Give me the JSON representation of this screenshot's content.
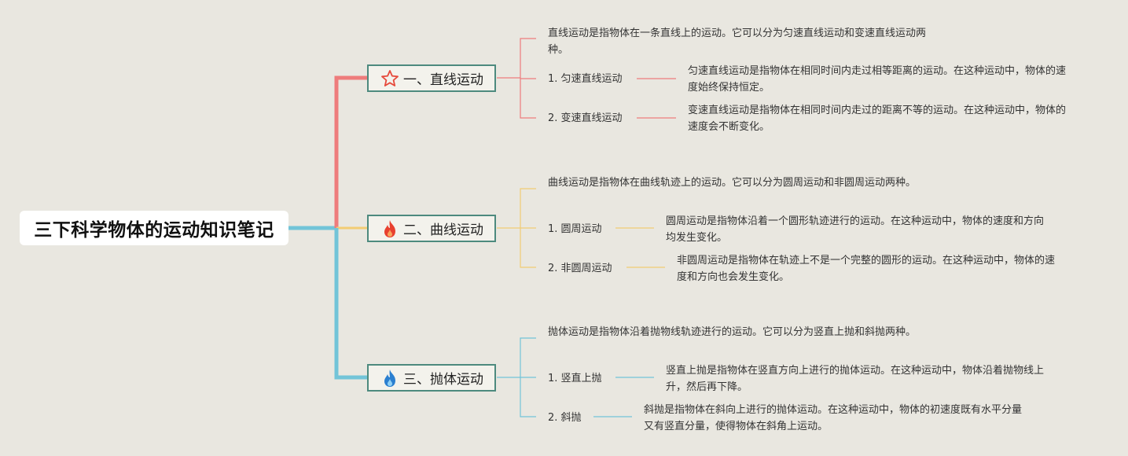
{
  "root": {
    "title": "三下科学物体的运动知识笔记"
  },
  "branches": [
    {
      "title": "一、直线运动",
      "icon": "star-icon",
      "color": "#ee7c7c",
      "intro": "直线运动是指物体在一条直线上的运动。它可以分为匀速直线运动和变速直线运动两种。",
      "items": [
        {
          "label": "1. 匀速直线运动",
          "desc": "匀速直线运动是指物体在相同时间内走过相等距离的运动。在这种运动中，物体的速度始终保持恒定。"
        },
        {
          "label": "2. 变速直线运动",
          "desc": "变速直线运动是指物体在相同时间内走过的距离不等的运动。在这种运动中，物体的速度会不断变化。"
        }
      ]
    },
    {
      "title": "二、曲线运动",
      "icon": "fire-icon",
      "color": "#f2cc74",
      "intro": "曲线运动是指物体在曲线轨迹上的运动。它可以分为圆周运动和非圆周运动两种。",
      "items": [
        {
          "label": "1. 圆周运动",
          "desc": "圆周运动是指物体沿着一个圆形轨迹进行的运动。在这种运动中，物体的速度和方向均发生变化。"
        },
        {
          "label": "2. 非圆周运动",
          "desc": "非圆周运动是指物体在轨迹上不是一个完整的圆形的运动。在这种运动中，物体的速度和方向也会发生变化。"
        }
      ]
    },
    {
      "title": "三、抛体运动",
      "icon": "blue-fire-icon",
      "color": "#72c4d8",
      "intro": "抛体运动是指物体沿着抛物线轨迹进行的运动。它可以分为竖直上抛和斜抛两种。",
      "items": [
        {
          "label": "1. 竖直上抛",
          "desc": "竖直上抛是指物体在竖直方向上进行的抛体运动。在这种运动中，物体沿着抛物线上升，然后再下降。"
        },
        {
          "label": "2. 斜抛",
          "desc": "斜抛是指物体在斜向上进行的抛体运动。在这种运动中，物体的初速度既有水平分量又有竖直分量，使得物体在斜角上运动。"
        }
      ]
    }
  ]
}
